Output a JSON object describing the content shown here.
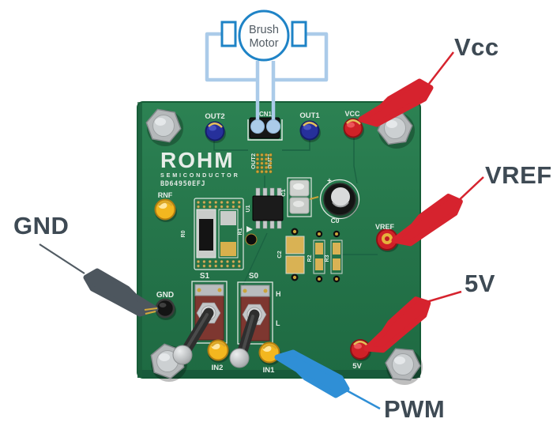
{
  "figure_title": "ROHM BD64950EFJ brush motor driver evaluation board with probe annotations",
  "motor": {
    "line1": "Brush",
    "line2": "Motor"
  },
  "annotations": {
    "vcc": "Vcc",
    "vref": "VREF",
    "five_v": "5V",
    "gnd": "GND",
    "pwm": "PWM"
  },
  "silk": {
    "out2_tp": "OUT2",
    "cn1": "CN1",
    "out1_tp": "OUT1",
    "vcc_tp": "VCC",
    "out2_vert": "OUT2",
    "out1_vert": "OUT1",
    "logo": "ROHM",
    "logo_sub": "SEMICONDUCTOR",
    "part": "BD64950EFJ",
    "rnf": "RNF",
    "r0": "R0",
    "r1": "R1",
    "u1": "U1",
    "c1": "C1",
    "c0": "C0",
    "c0_plus": "+",
    "c2": "C2",
    "r2": "R2",
    "r3": "R3",
    "s1": "S1",
    "s0": "S0",
    "h": "H",
    "l": "L",
    "gnd": "GND",
    "in2": "IN2",
    "in1": "IN1",
    "vref": "VREF",
    "five_v": "5V"
  },
  "colors": {
    "board_green": "#27794c",
    "silkscreen_white": "#e7ede8",
    "annotation_label": "#3e4a54",
    "motor_outline_blue": "#1e83c6",
    "motor_wire_light_blue": "#abcbe9",
    "clip_red": "#d6232e",
    "clip_blue": "#2f8fd6",
    "clip_gray": "#4d565e",
    "tp_blue": "#26309b",
    "tp_red": "#cf2127",
    "tp_yellow": "#f3b71f",
    "screw_silver": "#b5b8ba"
  }
}
